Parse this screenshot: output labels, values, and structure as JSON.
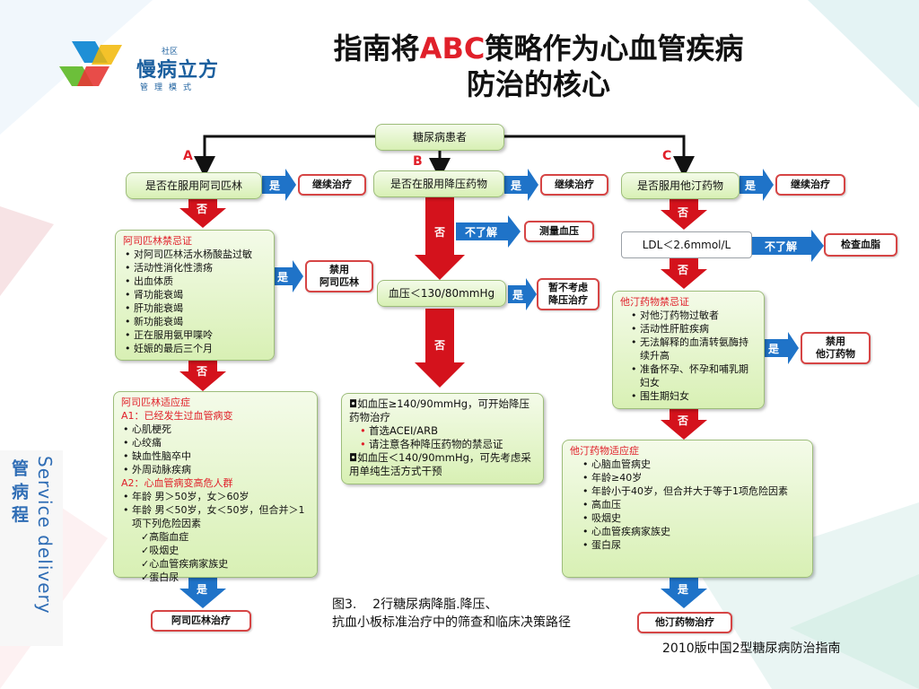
{
  "title_pre": "指南将",
  "title_abc": "ABC",
  "title_post": "策略作为心血管疾病",
  "title_line2": "防治的核心",
  "logo": {
    "small": "社区",
    "name": "慢病立方",
    "sub": "管理模式"
  },
  "side": {
    "cn": "管 病 程",
    "en": "Service delivery"
  },
  "top_box": "糖尿病患者",
  "branch_labels": {
    "a": "A",
    "b": "B",
    "c": "C"
  },
  "yes": "是",
  "no": "否",
  "dont_know": "不了解",
  "continue": "继续治疗",
  "a": {
    "question": "是否在服用阿司匹林",
    "contra_title": "阿司匹林禁忌证",
    "contra_items": [
      "对阿司匹林活水杨酸盐过敏",
      "活动性消化性溃疡",
      "出血体质",
      "肾功能衰竭",
      "肝功能衰竭",
      "新功能衰竭",
      "正在服用氨甲喋呤",
      "妊娠的最后三个月"
    ],
    "ban_line1": "禁用",
    "ban_line2": "阿司匹林",
    "ind_title": "阿司匹林适应症",
    "a1": "A1：已经发生过血管病变",
    "a1_items": [
      "心肌梗死",
      "心绞痛",
      "缺血性脑卒中",
      "外周动脉疾病"
    ],
    "a2": "A2：心血管病变高危人群",
    "a2_items": [
      "年龄  男＞50岁，女＞60岁",
      "年龄  男＜50岁，女＜50岁，但合并＞1项下列危险因素"
    ],
    "a2_checks": [
      "✓高脂血症",
      "✓吸烟史",
      "✓心血管疾病家族史",
      "✓蛋白尿"
    ],
    "therapy": "阿司匹林治疗"
  },
  "b": {
    "question": "是否在服用降压药物",
    "measure": "测量血压",
    "bp_box": "血压＜130/80mmHg",
    "no_drug_line1": "暂不考虑",
    "no_drug_line2": "降压治疗",
    "rec1": "◘如血压≥140/90mmHg，可开始降压药物治疗",
    "rec_items": [
      "首选ACEI/ARB",
      "请注意各种降压药物的禁忌证"
    ],
    "rec2": "◘如血压＜140/90mmHg，可先考虑采用单纯生活方式干预"
  },
  "c": {
    "question": "是否服用他汀药物",
    "ldl": "LDL＜2.6mmol/L",
    "check": "检查血脂",
    "contra_title": "他汀药物禁忌证",
    "contra_items": [
      "对他汀药物过敏者",
      "活动性肝脏疾病",
      "无法解释的血清转氨酶持续升高",
      "准备怀孕、怀孕和哺乳期妇女",
      "围生期妇女"
    ],
    "ban_line1": "禁用",
    "ban_line2": "他汀药物",
    "ind_title": "他汀药物适应症",
    "ind_items": [
      "心脑血管病史",
      "年龄≥40岁",
      "年龄小于40岁，但合并大于等于1项危险因素",
      "高血压",
      "吸烟史",
      "心血管疾病家族史",
      "蛋白尿"
    ],
    "therapy": "他汀药物治疗"
  },
  "caption_line1": "图3.    2行糖尿病降脂.降压、",
  "caption_line2": "抗血小板标准治疗中的筛查和临床决策路径",
  "source": "2010版中国2型糖尿病防治指南",
  "colors": {
    "red_arrow": "#d4121c",
    "blue_arrow": "#1f73c8",
    "title_accent": "#e0202a",
    "box_green": "#d8f0b4"
  }
}
